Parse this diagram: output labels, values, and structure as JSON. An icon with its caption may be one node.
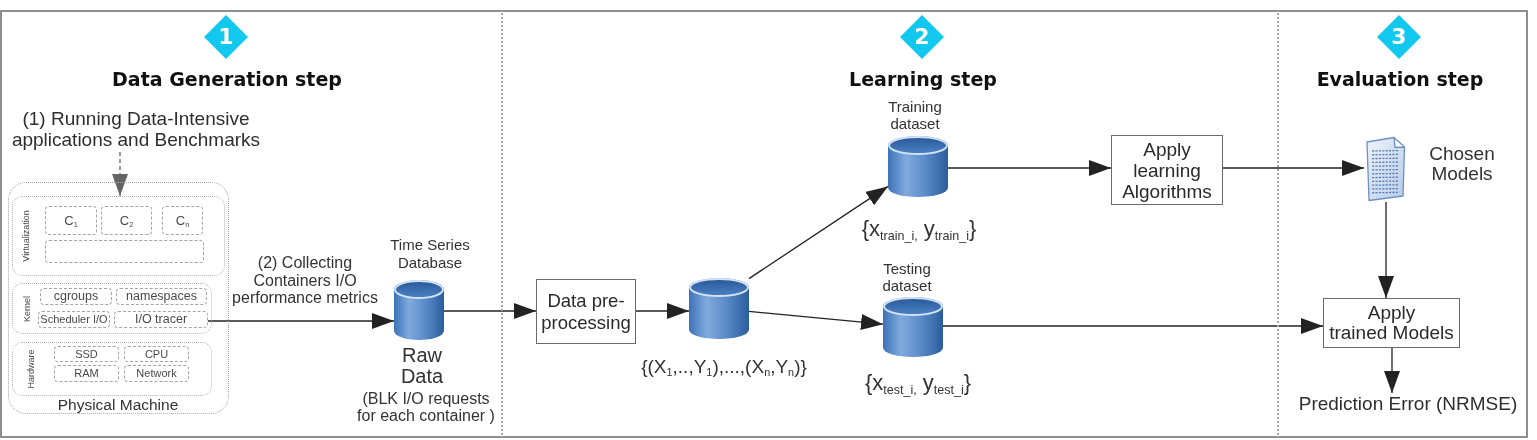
{
  "diagram": {
    "nodes": [
      {
        "text": [
          "Data Generation step"
        ]
      },
      {
        "text": [
          "1"
        ],
        "in": 0
      },
      {
        "text": [
          "(1) Running Data-Intensive applications and Benchmarks"
        ],
        "in": 0
      },
      {
        "text": [
          "Physical Machine"
        ],
        "in": 0
      },
      {
        "text": [
          "Virtualization"
        ],
        "in": 3
      },
      {
        "text": [
          "C$_{1}$"
        ],
        "in": 4
      },
      {
        "text": [
          "C$_{2}$"
        ],
        "in": 4
      },
      {
        "text": [
          "C$_{n}$"
        ],
        "in": 4
      },
      {
        "text": [],
        "shape": "box",
        "in": 4
      },
      {
        "text": [
          "Kernel"
        ],
        "in": 3
      },
      {
        "text": [
          "cgroups"
        ],
        "in": 9
      },
      {
        "text": [
          "namespaces"
        ],
        "in": 9
      },
      {
        "text": [
          "Scheduler I/O"
        ],
        "in": 9
      },
      {
        "text": [
          "I/O tracer"
        ],
        "in": 9
      },
      {
        "text": [
          "Hardware"
        ],
        "in": 3
      },
      {
        "text": [
          "SSD"
        ],
        "in": 14
      },
      {
        "text": [
          "CPU"
        ],
        "in": 14
      },
      {
        "text": [
          "RAM"
        ],
        "in": 14
      },
      {
        "text": [
          "Network"
        ],
        "in": 14
      },
      {
        "text": [
          "Time Series Database"
        ],
        "beside": [
          "Raw Data",
          "(BLK I/O requests for each container )"
        ],
        "in": 0
      },
      {
        "text": [
          "Learning step"
        ]
      },
      {
        "text": [
          "2"
        ],
        "in": 20
      },
      {
        "text": [
          "Data pre-processing"
        ],
        "in": 20
      },
      {
        "text": [],
        "shape": "cylinder",
        "beside": [
          "{(X$_{1}$,..,Y$_{1}$),...,(X$_{n}$,Y$_{n}$)}"
        ],
        "in": 20
      },
      {
        "text": [
          "Training dataset"
        ],
        "beside": [
          "{x$_{train_i,}$ y$_{train_i}$}"
        ],
        "in": 20
      },
      {
        "text": [
          "Testing dataset"
        ],
        "beside": [
          "{x$_{test_i,}$ y$_{test_i}$}"
        ],
        "in": 20
      },
      {
        "text": [
          "Apply learning Algorithms"
        ],
        "in": 20
      },
      {
        "text": [
          "Evaluation step"
        ]
      },
      {
        "text": [
          "3"
        ],
        "in": 27
      },
      {
        "text": [],
        "shape": "picture",
        "beside": [
          "Chosen Models"
        ],
        "in": 27
      },
      {
        "text": [
          "Apply trained Models"
        ],
        "in": 27
      },
      {
        "text": [
          "Prediction Error (NRMSE)"
        ],
        "in": 27
      }
    ],
    "edges": [
      {
        "from": 2,
        "to": 4,
        "arrow": "to",
        "style": "dashed",
        "color": "#666666"
      },
      {
        "from": 13,
        "to": 19,
        "arrow": "to",
        "label": "(2) Collecting Containers I/O performance metrics"
      },
      {
        "from": 19,
        "to": 22,
        "arrow": "to"
      },
      {
        "from": 22,
        "to": 23,
        "arrow": "to"
      },
      {
        "from": 23,
        "to": 24,
        "arrow": "to"
      },
      {
        "from": 23,
        "to": 25,
        "arrow": "to"
      },
      {
        "from": 24,
        "to": 26,
        "arrow": "to"
      },
      {
        "from": 26,
        "to": 29,
        "arrow": "to"
      },
      {
        "from": 25,
        "to": 30,
        "arrow": "to"
      },
      {
        "from": 29,
        "to": 30,
        "arrow": "to"
      },
      {
        "from": 30,
        "to": 31,
        "arrow": "to"
      }
    ]
  }
}
